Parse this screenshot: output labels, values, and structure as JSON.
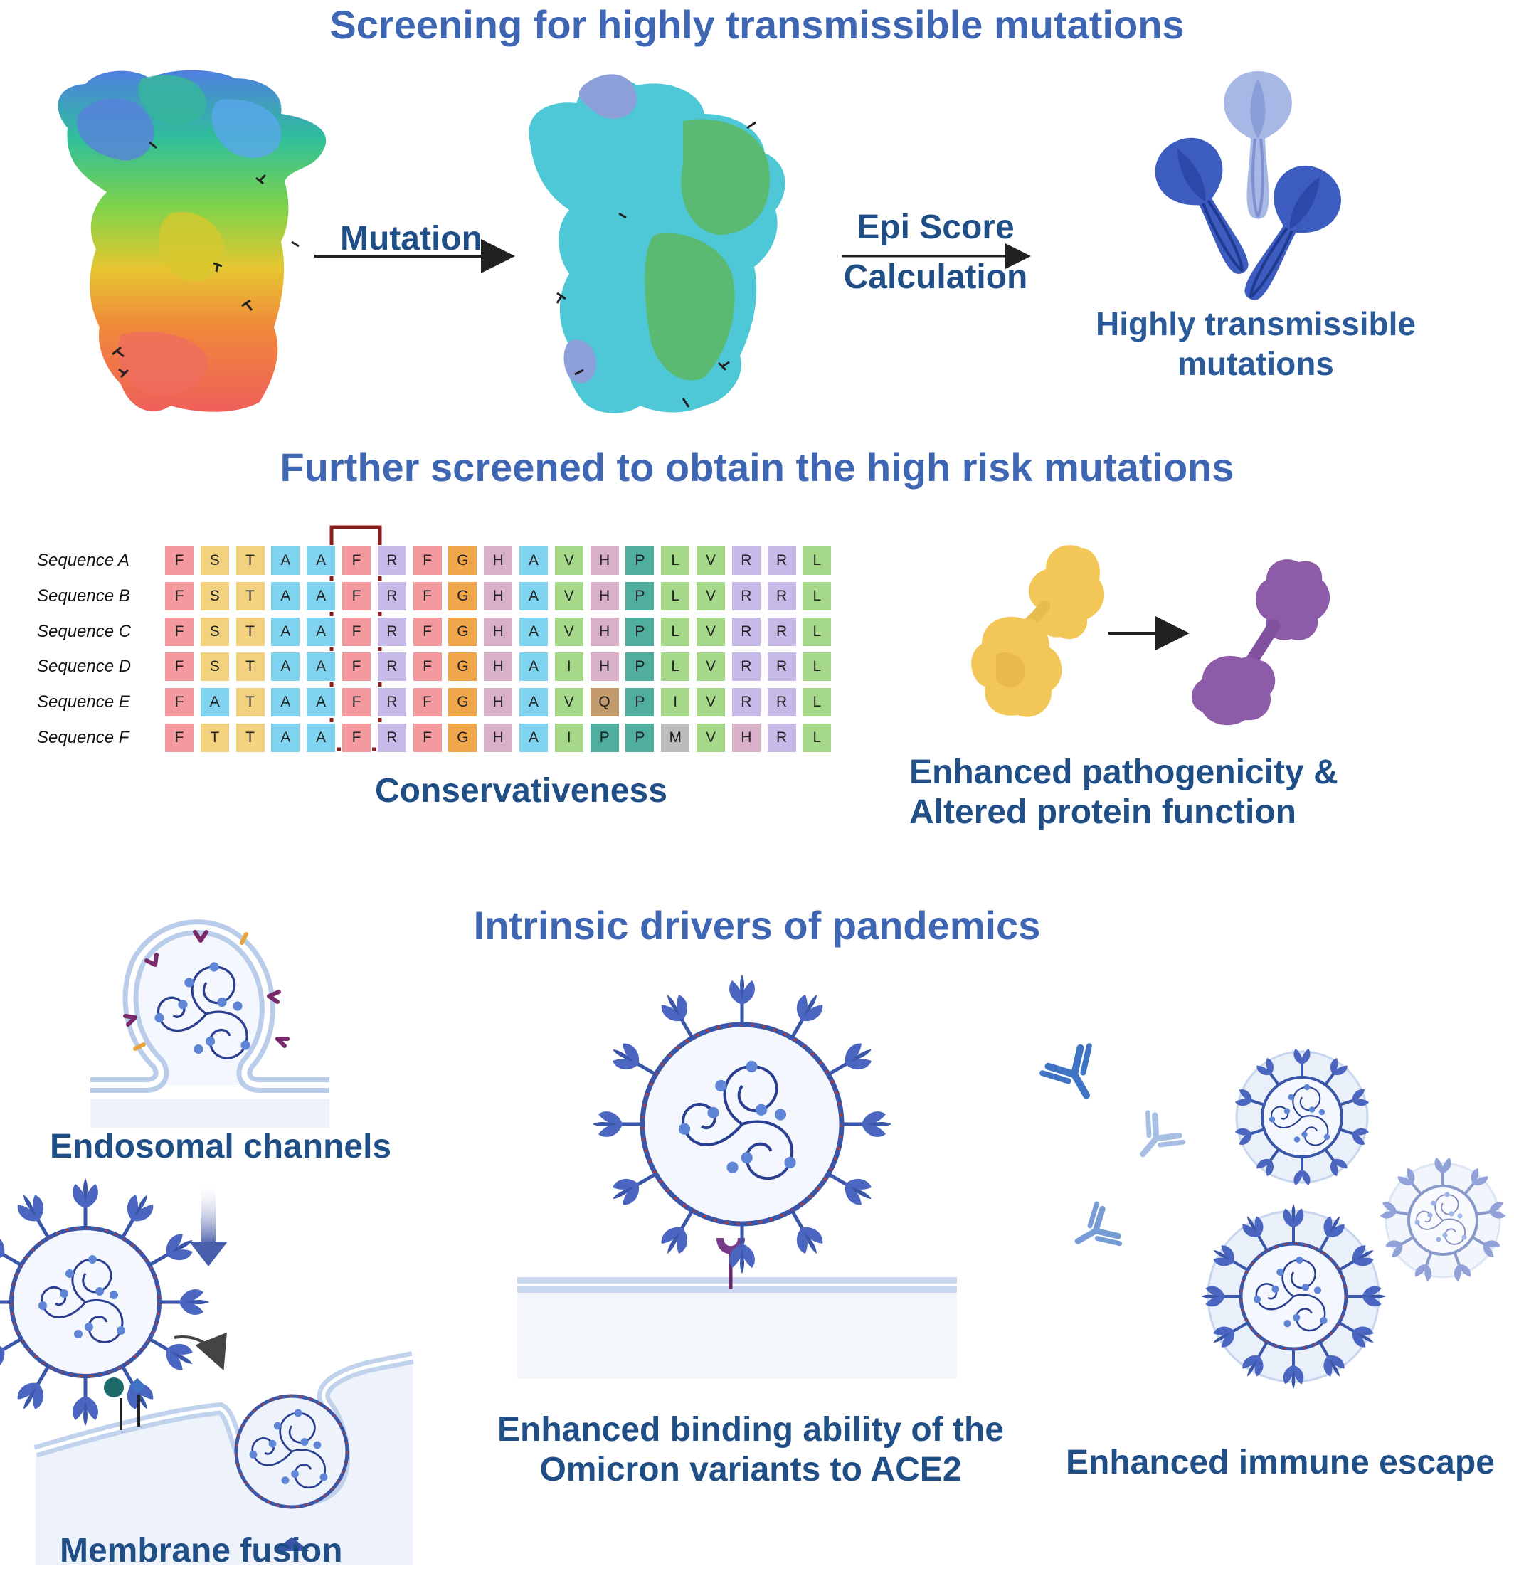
{
  "titles": {
    "screening": "Screening for highly transmissible mutations",
    "further": "Further screened to obtain the high risk  mutations",
    "intrinsic": "Intrinsic drivers of pandemics"
  },
  "labels": {
    "mutation": "Mutation",
    "epi_line1": "Epi Score",
    "epi_line2": "Calculation",
    "highly_line1": "Highly transmissible",
    "highly_line2": "mutations",
    "conservativeness": "Conservativeness",
    "enhanced_line1": "Enhanced pathogenicity &",
    "enhanced_line2": "Altered protein function",
    "endosomal": "Endosomal channels",
    "membrane": "Membrane fusion",
    "binding_line1": "Enhanced binding ability of the",
    "binding_line2": "Omicron variants to ACE2",
    "immune": "Enhanced immune escape"
  },
  "alignment": {
    "highlight_column": 5,
    "rows": [
      {
        "name": "Sequence A",
        "residues": [
          "F",
          "S",
          "T",
          "A",
          "A",
          "F",
          "R",
          "F",
          "G",
          "H",
          "A",
          "V",
          "H",
          "P",
          "L",
          "V",
          "R",
          "R",
          "L"
        ]
      },
      {
        "name": "Sequence B",
        "residues": [
          "F",
          "S",
          "T",
          "A",
          "A",
          "F",
          "R",
          "F",
          "G",
          "H",
          "A",
          "V",
          "H",
          "P",
          "L",
          "V",
          "R",
          "R",
          "L"
        ]
      },
      {
        "name": "Sequence C",
        "residues": [
          "F",
          "S",
          "T",
          "A",
          "A",
          "F",
          "R",
          "F",
          "G",
          "H",
          "A",
          "V",
          "H",
          "P",
          "L",
          "V",
          "R",
          "R",
          "L"
        ]
      },
      {
        "name": "Sequence D",
        "residues": [
          "F",
          "S",
          "T",
          "A",
          "A",
          "F",
          "R",
          "F",
          "G",
          "H",
          "A",
          "I",
          "H",
          "P",
          "L",
          "V",
          "R",
          "R",
          "L"
        ]
      },
      {
        "name": "Sequence E",
        "residues": [
          "F",
          "A",
          "T",
          "A",
          "A",
          "F",
          "R",
          "F",
          "G",
          "H",
          "A",
          "V",
          "Q",
          "P",
          "I",
          "V",
          "R",
          "R",
          "L"
        ]
      },
      {
        "name": "Sequence F",
        "residues": [
          "F",
          "T",
          "T",
          "A",
          "A",
          "F",
          "R",
          "F",
          "G",
          "H",
          "A",
          "I",
          "P",
          "P",
          "M",
          "V",
          "H",
          "R",
          "L"
        ]
      }
    ],
    "colors": {
      "F": "#f49a9f",
      "S": "#f2d27e",
      "T": "#f2d27e",
      "A": "#7fd3ef",
      "R": "#c7b9e8",
      "G": "#f0a64a",
      "H": "#d8b0c8",
      "V": "#a6d88a",
      "I": "#a6d88a",
      "L": "#a6d88a",
      "M": "#bcbcbc",
      "P": "#4fae9e",
      "Q": "#c39a6b"
    }
  }
}
